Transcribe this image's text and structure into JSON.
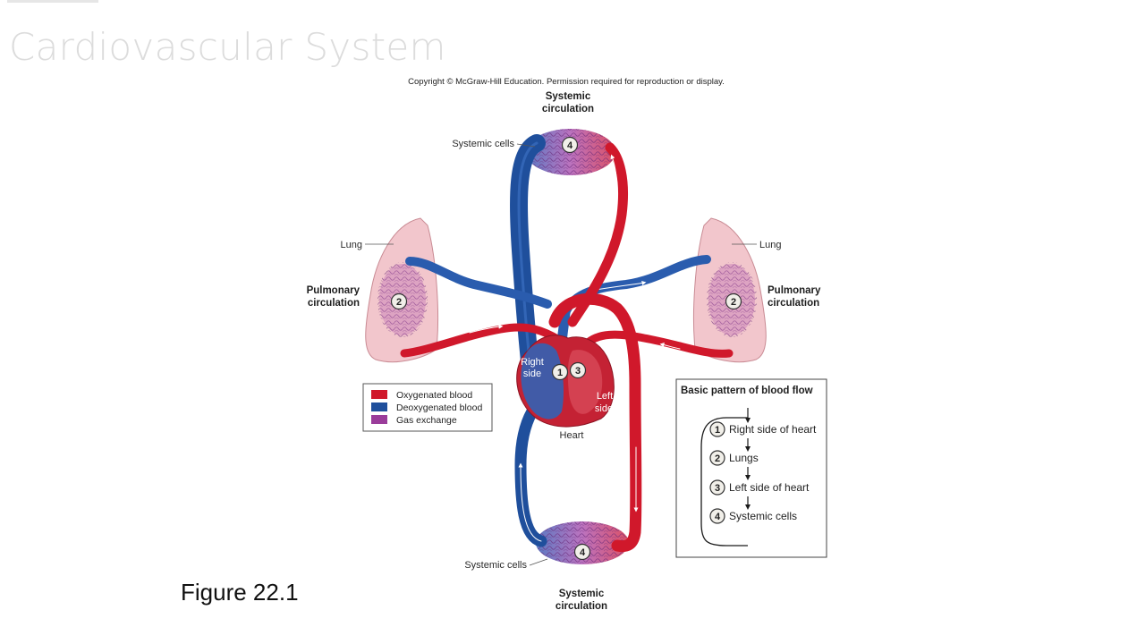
{
  "slide": {
    "title": "Cardiovascular System",
    "caption": "Figure 22.1"
  },
  "figure": {
    "copyright": "Copyright © McGraw-Hill Education. Permission required for reproduction or display.",
    "systemic_top_line1": "Systemic",
    "systemic_top_line2": "circulation",
    "systemic_bottom_line1": "Systemic",
    "systemic_bottom_line2": "circulation",
    "systemic_cells_top": "Systemic cells",
    "systemic_cells_bottom": "Systemic cells",
    "lung_left": "Lung",
    "lung_right": "Lung",
    "pulmonary_left_line1": "Pulmonary",
    "pulmonary_left_line2": "circulation",
    "pulmonary_right_line1": "Pulmonary",
    "pulmonary_right_line2": "circulation",
    "right_side_line1": "Right",
    "right_side_line2": "side",
    "left_side_line1": "Left",
    "left_side_line2": "side",
    "heart": "Heart",
    "markers": {
      "one": "1",
      "two": "2",
      "three": "3",
      "four": "4"
    }
  },
  "legend": {
    "items": [
      {
        "label": "Oxygenated blood",
        "color": "#d0182b"
      },
      {
        "label": "Deoxygenated blood",
        "color": "#1f4f9c"
      },
      {
        "label": "Gas exchange",
        "color": "#9a3c9a"
      }
    ]
  },
  "flow_box": {
    "title": "Basic pattern of blood flow",
    "steps": [
      {
        "num": "1",
        "label": "Right side of heart"
      },
      {
        "num": "2",
        "label": "Lungs"
      },
      {
        "num": "3",
        "label": "Left side of heart"
      },
      {
        "num": "4",
        "label": "Systemic cells"
      }
    ]
  },
  "colors": {
    "oxygenated": "#d0182b",
    "deoxygenated": "#1f4f9c",
    "gas_exchange": "#9a3c9a",
    "lung_tissue": "#f2c6cc"
  }
}
